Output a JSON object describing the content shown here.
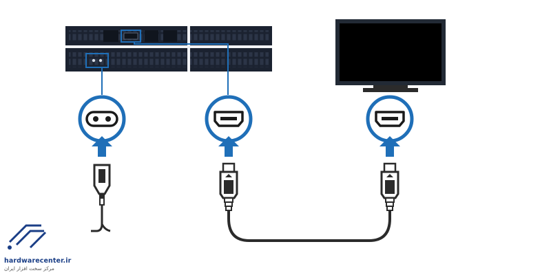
{
  "colors": {
    "accent": "#1f6fb8",
    "console": "#1b2230",
    "console_vent": "#2a3344",
    "cable": "#2b2b2b",
    "logo": "#1a3e86"
  },
  "watermark": {
    "site": "hardwarecenter.ir",
    "tagline": "مرکز سخت افزار ایران"
  },
  "icons": [
    "power-port-icon",
    "hdmi-port-icon-console",
    "hdmi-port-icon-tv",
    "arrow-up-icon",
    "tv-icon",
    "console-icon",
    "power-plug-icon",
    "hdmi-plug-icon"
  ]
}
